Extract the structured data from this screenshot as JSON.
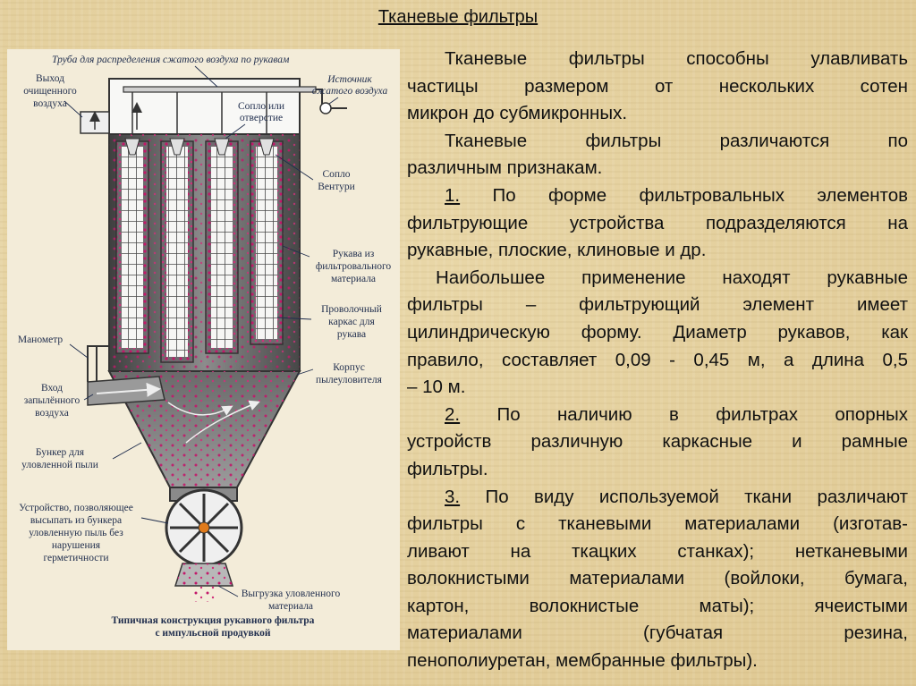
{
  "title": "Тканевые фильтры",
  "paragraphs": [
    {
      "lines": [
        "Тканевые фильтры способны улавливать",
        "частицы размером от нескольких сотен",
        "микрон до субмикронных."
      ]
    },
    {
      "lines": [
        "Тканевые фильтры различаются по",
        "различным признакам."
      ]
    },
    {
      "num": "1.",
      "lines": [
        "По форме  фильтровальных элементов",
        "фильтрующие устройства подразделяются на",
        "рукавные, плоские, клиновые  и др."
      ]
    },
    {
      "lines": [
        "Наибольшее применение находят рукавные",
        "фильтры – фильтрующий элемент имеет",
        "цилиндрическую форму. Диаметр рукавов, как",
        "правило, составляет 0,09 - 0,45 м, а длина 0,5",
        "– 10 м."
      ]
    },
    {
      "num": "2.",
      "lines": [
        "По наличию в фильтрах опорных",
        "устройств различную каркасные и рамные",
        "фильтры."
      ]
    },
    {
      "num": "3.",
      "lines": [
        "По виду используемой ткани различают",
        "фильтры с тканевыми материалами (изготав-",
        "ливают на ткацких станках); нетканевыми",
        "волокнистыми материалами (войлоки, бумага,",
        "картон, волокнистые маты); ячеистыми",
        "материалами (губчатая резина,",
        "пенополиуретан, мембранные фильтры)."
      ]
    }
  ],
  "diagram": {
    "labels": {
      "pipe": [
        "Труба для распределения сжатого воздуха по рукавам"
      ],
      "outlet": [
        "Выход",
        "очищенного",
        "воздуха"
      ],
      "source": [
        "Источник",
        "сжатого воздуха"
      ],
      "nozzle": [
        "Сопло или",
        "отверстие"
      ],
      "venturi": [
        "Сопло",
        "Вентури"
      ],
      "bags": [
        "Рукава из",
        "фильтровального",
        "материала"
      ],
      "cage": [
        "Проволочный",
        "каркас для",
        "рукава"
      ],
      "manometer": [
        "Манометр"
      ],
      "housing": [
        "Корпус",
        "пылеуловителя"
      ],
      "inlet": [
        "Вход",
        "запылённого",
        "воздуха"
      ],
      "hopper": [
        "Бункер для",
        "уловленной пыли"
      ],
      "device": [
        "Устройство, позволяющее",
        "высыпать из бункера",
        "уловленную пыль без",
        "нарушения",
        "герметичности"
      ],
      "unload": [
        "Выгрузка уловленного",
        "материала"
      ],
      "caption": [
        "Типичная конструкция рукавного фильтра",
        "с импульсной продувкой"
      ]
    }
  },
  "colors": {
    "background": "#e4d19f",
    "panel": "#f3ecd9",
    "dust": "#c2186a",
    "housing": "#5a5a5a"
  }
}
